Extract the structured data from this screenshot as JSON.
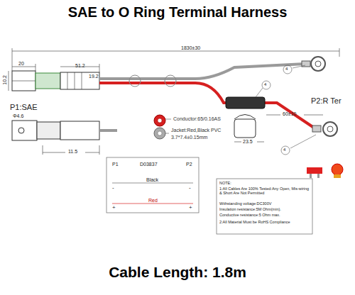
{
  "diagram": {
    "title": "SAE to O Ring Terminal Harness",
    "caption": "Cable Length: 1.8m",
    "labels": [
      "20",
      "10.2",
      "51.2",
      "19.2",
      "1830±30",
      "4",
      "4",
      "P2:R Ter",
      "P1:SAE",
      "Φ4.6",
      "11.5",
      "Conductor:65/0.16AS",
      "Jacket:Red,Black PVC",
      "3.7*7.4±0.15mm",
      "60±10",
      "4",
      "23.5",
      "P1",
      "D03837",
      "P2",
      "Black",
      "-",
      "-",
      "Red",
      "+",
      "+",
      "NOTE:",
      "1:All Cables Are 100% Tested:Any Open, Mis-wiring & Short Are Not Permitted",
      "Withstanding voltage:DC300V",
      "Insulation resistance:5M Ohm(min).",
      "Conductive resistance:5 Ohm max.",
      "2:All Material Must be RoHS Compliance"
    ]
  }
}
